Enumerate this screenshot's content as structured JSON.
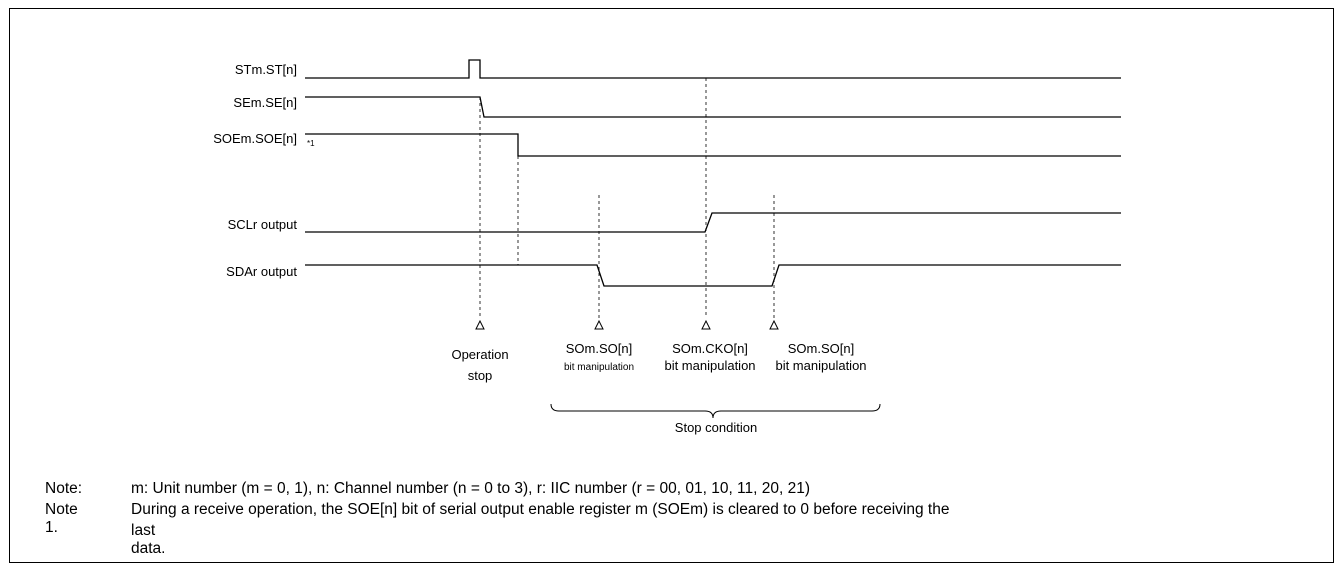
{
  "frame": {
    "border_color": "#000000"
  },
  "signals": [
    {
      "id": "st",
      "label": "STm.ST[n]"
    },
    {
      "id": "se",
      "label": "SEm.SE[n]"
    },
    {
      "id": "soe",
      "label": "SOEm.SOE[n]",
      "annotation": "*1"
    },
    {
      "id": "scl",
      "label": "SCLr output"
    },
    {
      "id": "sda",
      "label": "SDAr output"
    }
  ],
  "events": [
    {
      "id": "operation-stop",
      "lines": [
        "Operation",
        "stop"
      ]
    },
    {
      "id": "so-manip-1",
      "lines": [
        "SOm.SO[n]",
        "bit manipulation"
      ]
    },
    {
      "id": "cko-manip",
      "lines": [
        "SOm.CKO[n]",
        "bit manipulation"
      ]
    },
    {
      "id": "so-manip-2",
      "lines": [
        "SOm.SO[n]",
        "bit manipulation"
      ]
    }
  ],
  "brace_label": "Stop condition",
  "notes": [
    {
      "label": "Note:",
      "text": "m: Unit number (m = 0, 1), n: Channel number (n = 0 to 3), r: IIC number (r = 00, 01, 10, 11, 20, 21)"
    },
    {
      "label": "Note 1.",
      "text": "During a receive operation, the SOE[n] bit of serial output enable register m (SOEm) is cleared to 0 before receiving the",
      "continuation": "last data."
    }
  ]
}
